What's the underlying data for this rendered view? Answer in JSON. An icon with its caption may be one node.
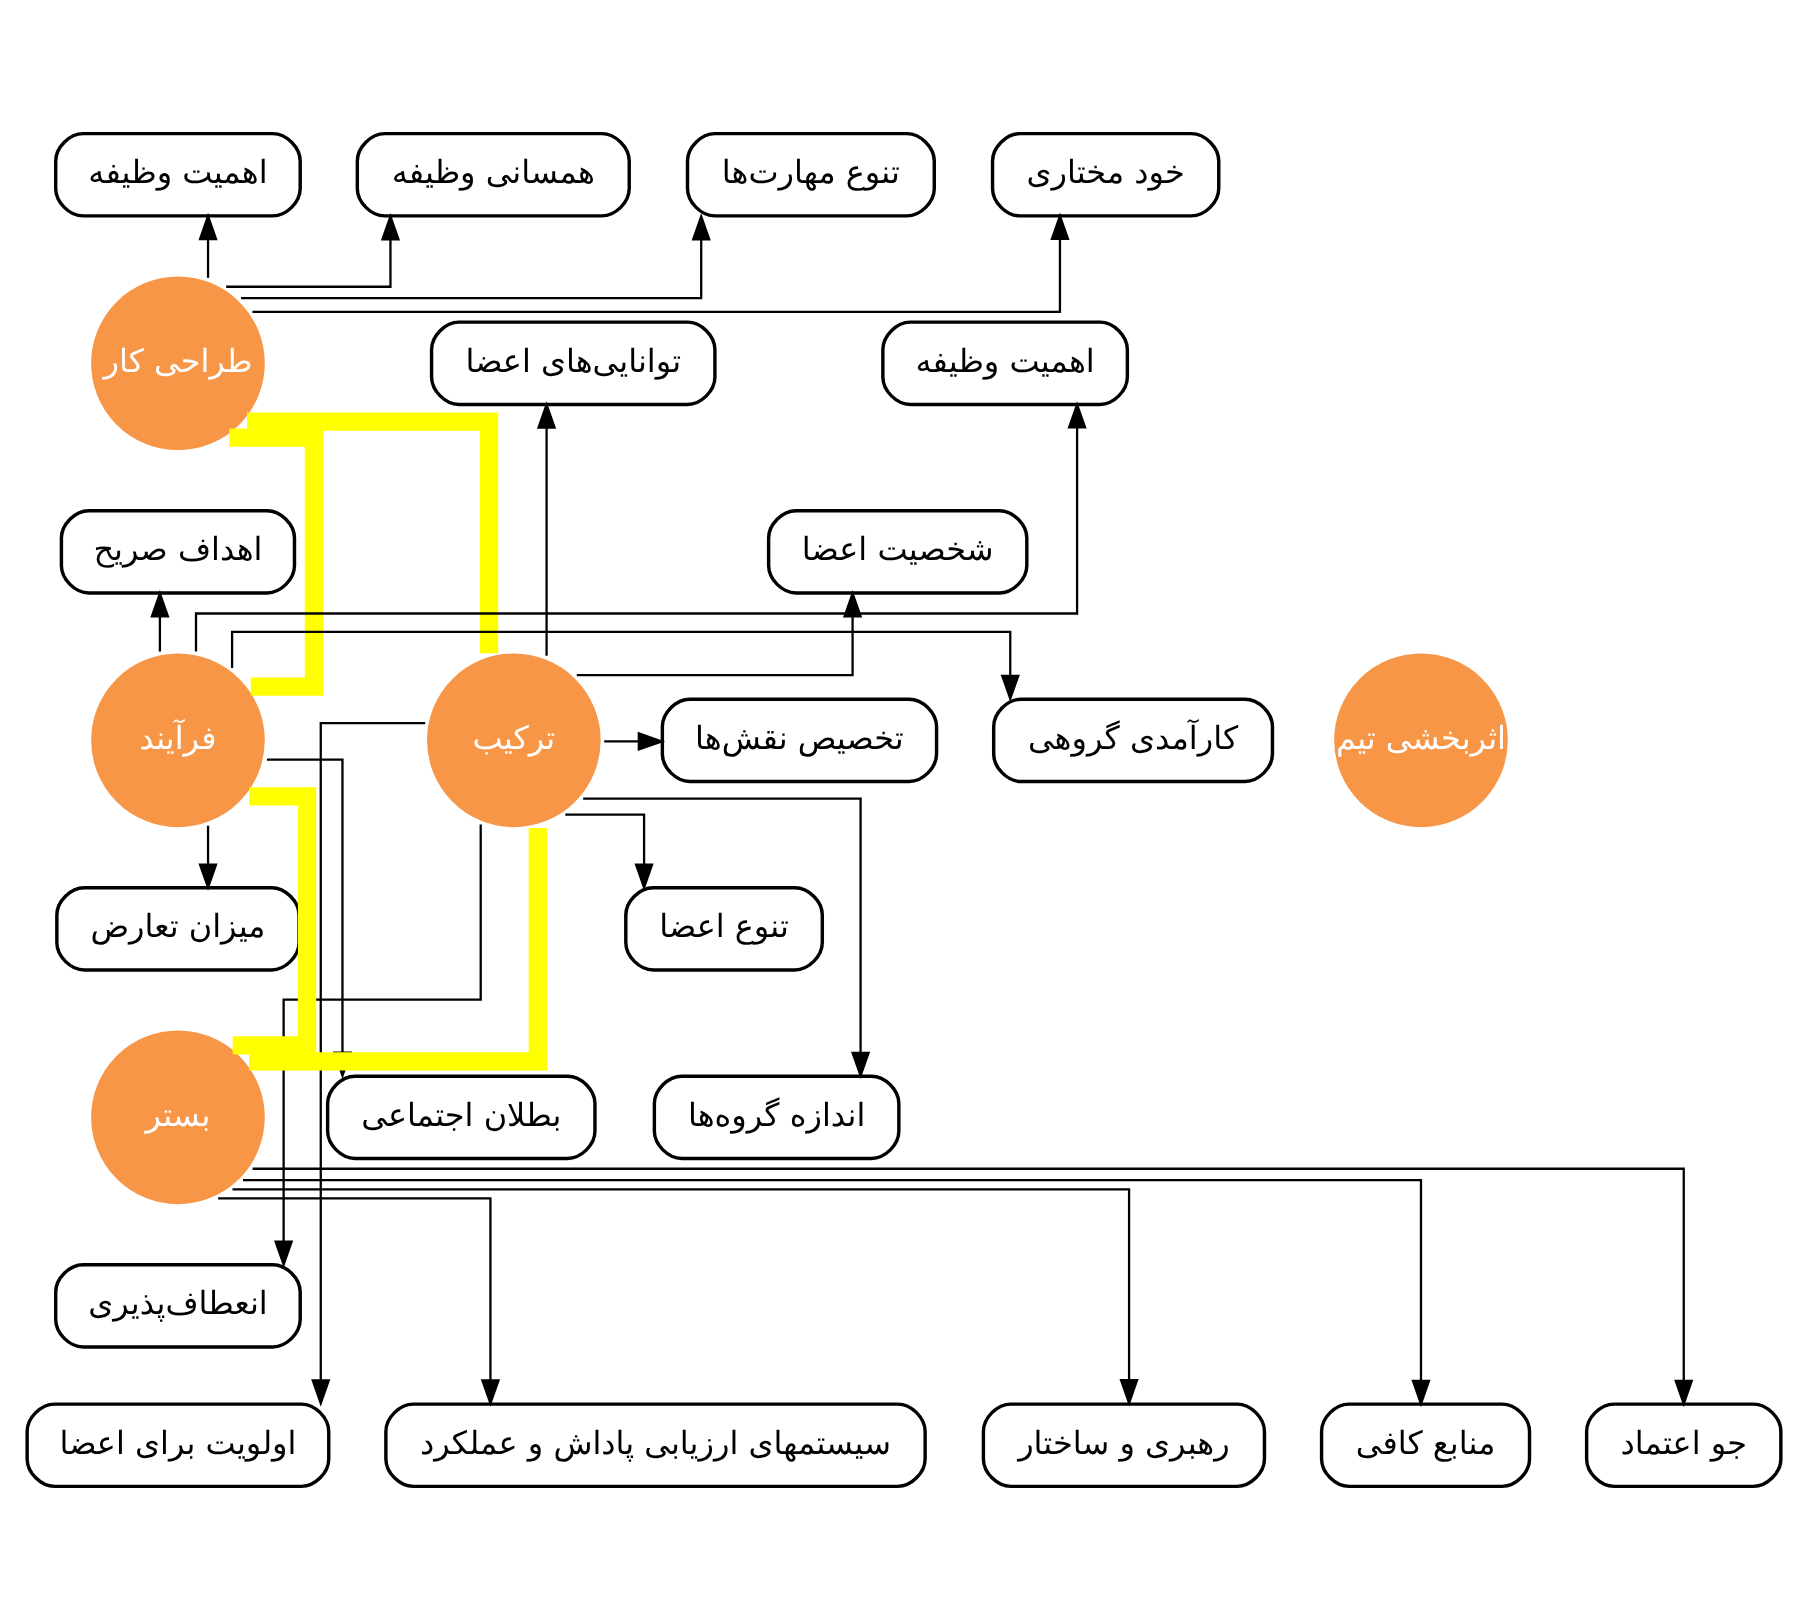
{
  "diagram": {
    "nodes": [
      {
        "text": [
          "اهمیت وظیفه"
        ]
      },
      {
        "text": [
          "همسانی وظیفه"
        ]
      },
      {
        "text": [
          "تنوع مهارت‌ها"
        ]
      },
      {
        "text": [
          "خود مختاری"
        ]
      },
      {
        "text": [
          "طراحی کار"
        ]
      },
      {
        "text": [
          "اهمیت وظیفه"
        ]
      },
      {
        "text": [
          "اهداف صریح"
        ]
      },
      {
        "text": [
          "کارآمدی گروهی"
        ]
      },
      {
        "text": [
          "میزان تعارض"
        ]
      },
      {
        "text": [
          "بطلان اجتماعی"
        ]
      },
      {
        "text": [
          "فرآیند"
        ]
      },
      {
        "text": [
          "اثربخشی تیم"
        ]
      },
      {
        "text": [
          "ترکیب"
        ]
      },
      {
        "text": [
          "توانایی‌های اعضا"
        ]
      },
      {
        "text": [
          "شخصیت اعضا"
        ]
      },
      {
        "text": [
          "تخصیص نقش‌ها"
        ]
      },
      {
        "text": [
          "تنوع اعضا"
        ]
      },
      {
        "text": [
          "اندازه گروه‌ها"
        ]
      },
      {
        "text": [
          "انعطاف‌پذیری"
        ]
      },
      {
        "text": [
          "اولویت برای اعضا"
        ]
      },
      {
        "text": [
          "بستر"
        ]
      },
      {
        "text": [
          "سیستمهای ارزیابی پاداش و عملکرد"
        ]
      },
      {
        "text": [
          "رهبری و ساختار"
        ]
      },
      {
        "text": [
          "منابع کافی"
        ]
      },
      {
        "text": [
          "جو اعتماد"
        ]
      }
    ],
    "edges": [
      {
        "from": 4,
        "to": 0,
        "arrow": "to"
      },
      {
        "from": 4,
        "to": 1,
        "arrow": "to"
      },
      {
        "from": 4,
        "to": 2,
        "arrow": "to"
      },
      {
        "from": 4,
        "to": 3,
        "arrow": "to"
      },
      {
        "from": 10,
        "to": 5,
        "arrow": "to"
      },
      {
        "from": 10,
        "to": 6,
        "arrow": "to"
      },
      {
        "from": 10,
        "to": 7,
        "arrow": "to"
      },
      {
        "from": 10,
        "to": 8,
        "arrow": "to"
      },
      {
        "from": 10,
        "to": 9,
        "arrow": "to"
      },
      {
        "from": 12,
        "to": 13,
        "arrow": "to"
      },
      {
        "from": 12,
        "to": 14,
        "arrow": "to"
      },
      {
        "from": 12,
        "to": 15,
        "arrow": "to"
      },
      {
        "from": 12,
        "to": 16,
        "arrow": "to"
      },
      {
        "from": 12,
        "to": 17,
        "arrow": "to"
      },
      {
        "from": 12,
        "to": 18,
        "arrow": "to"
      },
      {
        "from": 12,
        "to": 19,
        "arrow": "to"
      },
      {
        "from": 20,
        "to": 21,
        "arrow": "to"
      },
      {
        "from": 20,
        "to": 22,
        "arrow": "to"
      },
      {
        "from": 20,
        "to": 23,
        "arrow": "to"
      },
      {
        "from": 20,
        "to": 24,
        "arrow": "to"
      },
      {
        "from": 4,
        "to": 12,
        "arrow": "none",
        "style": "thick",
        "color": "#ffff00"
      },
      {
        "from": 12,
        "to": 20,
        "arrow": "none",
        "style": "thick",
        "color": "#ffff00"
      },
      {
        "from": 20,
        "to": 10,
        "arrow": "none",
        "style": "thick",
        "color": "#ffff00"
      },
      {
        "from": 10,
        "to": 4,
        "arrow": "none",
        "style": "thick",
        "color": "#ffff00"
      }
    ]
  }
}
